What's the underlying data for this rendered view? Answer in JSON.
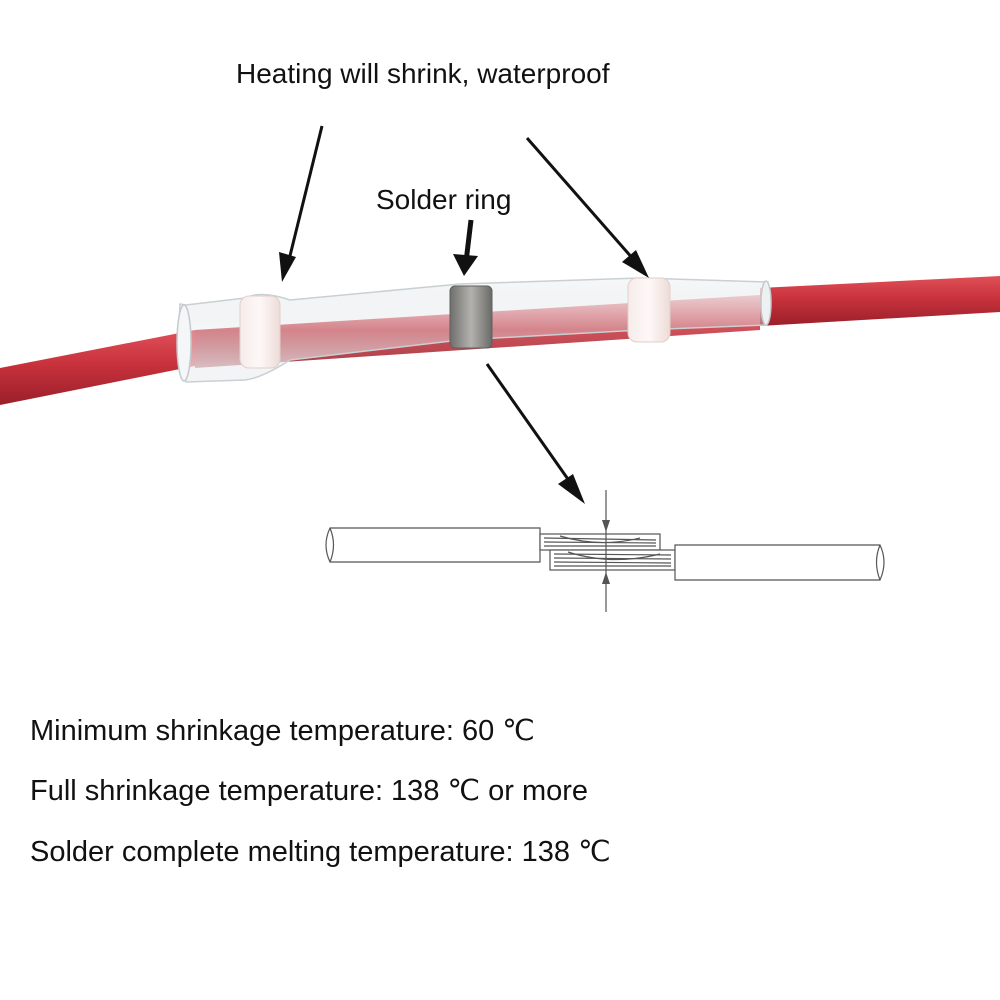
{
  "callouts": {
    "heating_label": "Heating will shrink, waterproof",
    "solder_label": "Solder ring"
  },
  "specs": [
    "Minimum shrinkage temperature: 60 ℃",
    "Full shrinkage temperature: 138 ℃ or more",
    "Solder complete melting temperature: 138 ℃"
  ],
  "colors": {
    "wire": "#c8323c",
    "sealing_ring": "#f3e6e2",
    "solder_ring": "#8a8a88",
    "tube": "#e9eef0",
    "arrow": "#111111",
    "line_art": "#555555"
  }
}
